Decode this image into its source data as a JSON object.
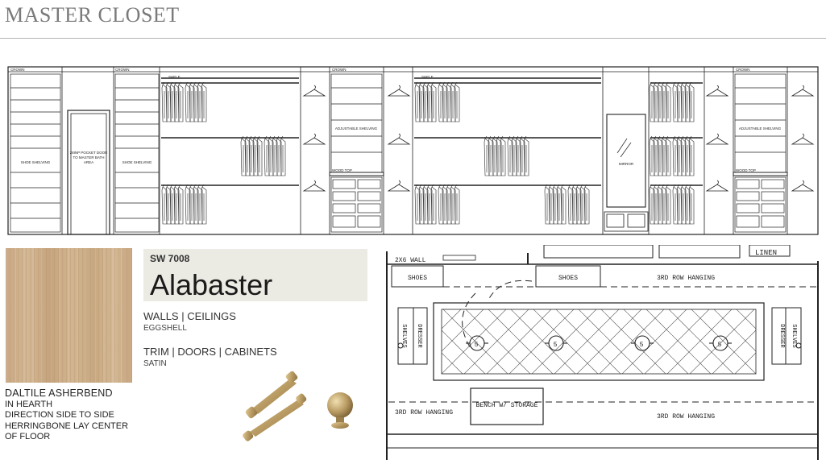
{
  "page": {
    "title": "MASTER CLOSET"
  },
  "elevation": {
    "labels": {
      "crown": "CROWN",
      "shelf": "SHELF",
      "shoe_shelving": "SHOE SHELVING",
      "pocket_door": "28INP POCKET DOOR TO MASTER BATH AREA",
      "adjustable_shelving": "ADJUSTABLE SHELVING",
      "wood_top": "WOOD TOP",
      "mirror": "MIRROR"
    }
  },
  "tile": {
    "name": "DALTILE ASHERBEND",
    "lines": [
      "IN HEARTH",
      "DIRECTION SIDE TO SIDE",
      "HERRINGBONE LAY CENTER",
      "OF FLOOR"
    ]
  },
  "paint": {
    "code": "SW 7008",
    "name": "Alabaster",
    "swatch_color": "#ecebe3",
    "finishes": [
      {
        "area": "WALLS | CEILINGS",
        "sheen": "EGGSHELL"
      },
      {
        "area": "TRIM | DOORS | CABINETS",
        "sheen": "SATIN"
      }
    ]
  },
  "hardware": {
    "finish_color": "#b89a62",
    "items": [
      "pull-handle-icon",
      "knob-icon"
    ]
  },
  "floorplan": {
    "labels": {
      "wall": "2X6 WALL",
      "linen": "LINEN",
      "shoes_left": "SHOES",
      "shoes_right": "SHOES",
      "hanging_top": "3RD ROW HANGING",
      "hanging_bottom_left": "3RD ROW HANGING",
      "hanging_bottom_right": "3RD ROW HANGING",
      "shelves": "SHELVES",
      "dresser": "DRESSER",
      "bench": "BENCH W/ STORAGE",
      "light": "5"
    }
  }
}
